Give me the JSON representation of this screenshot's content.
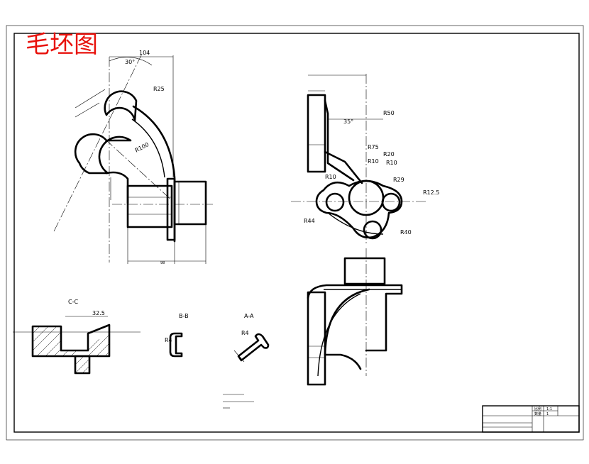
{
  "drawing": {
    "title": "毛坯图",
    "title_color": "#e8120c",
    "line_color": "#000000",
    "background": "#ffffff"
  },
  "front_view": {
    "dims": {
      "width_top": "104",
      "angle": "30°",
      "radius_top": "R25",
      "radius_arc": "R100",
      "bottom": "98"
    }
  },
  "side_view": {
    "radii": [
      "R50",
      "R75",
      "R20",
      "R10",
      "R10",
      "R10",
      "R29",
      "R12.5",
      "R44",
      "R40"
    ],
    "angle": "35°"
  },
  "section_cc": {
    "label": "C-C",
    "dim": "32.5"
  },
  "section_bb": {
    "label": "B-B",
    "radius": "R4"
  },
  "section_aa": {
    "label": "A-A",
    "radius": "R4"
  },
  "title_block": {
    "scale_label": "比例",
    "scale_value": "1:1",
    "qty_label": "数量",
    "qty_value": "1"
  }
}
